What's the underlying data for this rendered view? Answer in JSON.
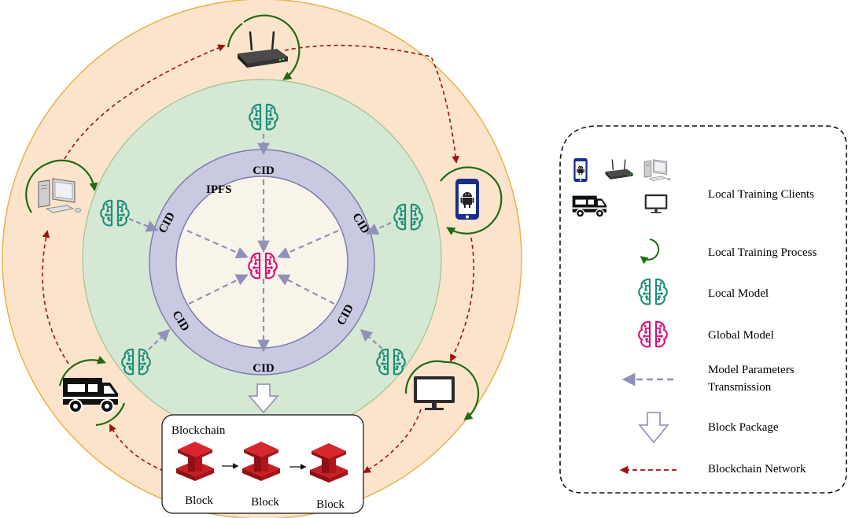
{
  "diagram": {
    "ipfs_label": "IPFS",
    "cid_labels": [
      "CID",
      "CID",
      "CID",
      "CID",
      "CID",
      "CID"
    ],
    "blockchain": {
      "title": "Blockchain",
      "blocks": [
        "Block",
        "Block",
        "Block"
      ]
    }
  },
  "legend": {
    "items": [
      {
        "label": "Local Training Clients",
        "icon": "local-training-clients-icons"
      },
      {
        "label": "Local Training Process",
        "icon": "circular-arrow-icon"
      },
      {
        "label": "Local Model",
        "icon": "brain-circuit-icon"
      },
      {
        "label": "Global Model",
        "icon": "brain-circuit-icon"
      },
      {
        "label": "Model Parameters\nTransmission",
        "line1": "Model Parameters",
        "line2": "Transmission",
        "icon": "dashed-arrow-icon"
      },
      {
        "label": "Block Package",
        "icon": "hollow-down-arrow-icon"
      },
      {
        "label": "Blockchain Network",
        "icon": "red-dashed-arrow-icon"
      }
    ]
  },
  "colors": {
    "outer_ring": "#fbe3cc",
    "outer_ring_stroke": "#e8b34a",
    "middle_circle": "#d5e8d4",
    "middle_circle_stroke": "#9bc48f",
    "ipfs_ring": "#c9c9e2",
    "ipfs_ring_stroke": "#7c7cae",
    "center_disc": "#f8f4e9",
    "local_model": "#1f8f7a",
    "global_model": "#d6127a",
    "transmission_arrow": "#9090b8",
    "network_arrow": "#a01010",
    "process_arrow": "#1e6b14",
    "block": "#b3141b"
  }
}
